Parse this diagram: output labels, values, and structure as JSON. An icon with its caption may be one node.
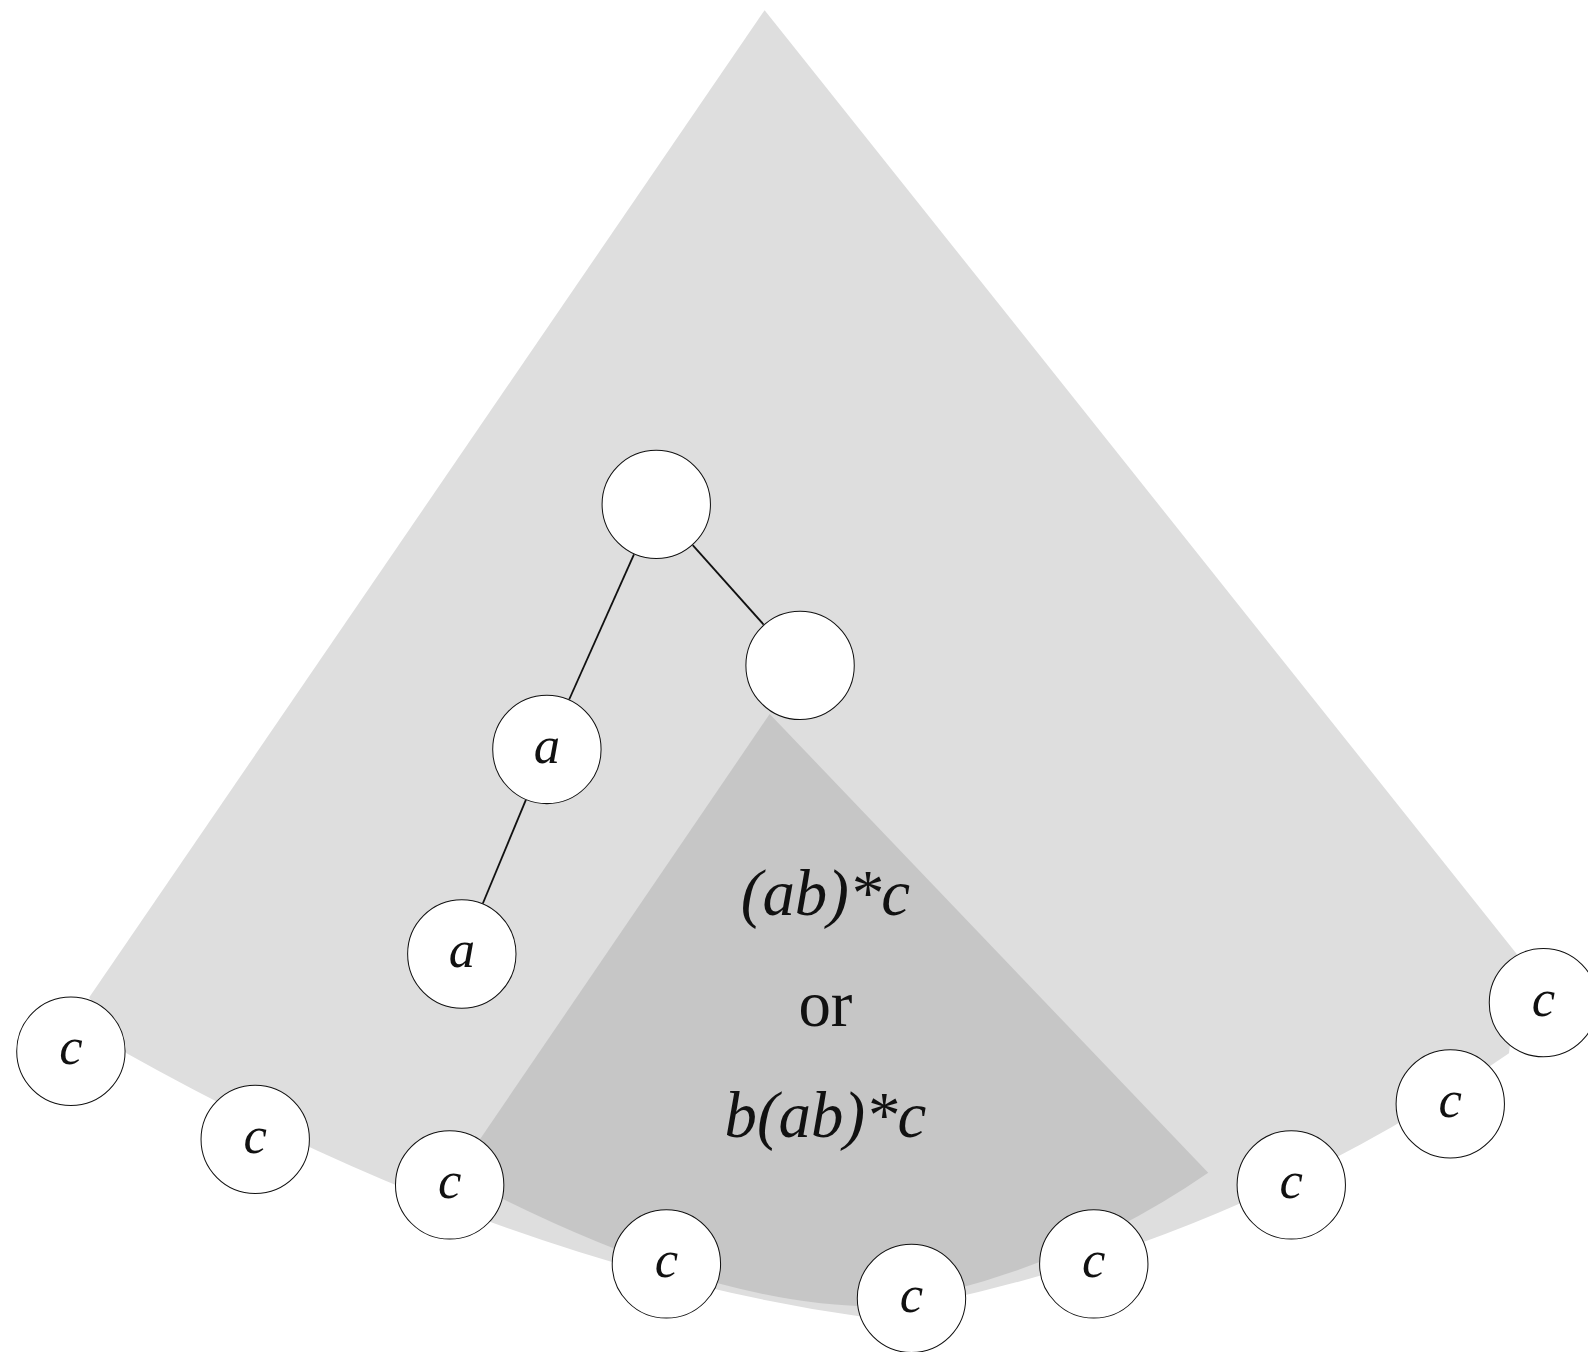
{
  "diagram": {
    "nodes": [
      {
        "text": [],
        "shape": "circle"
      },
      {
        "text": [],
        "shape": "circle"
      },
      {
        "text": [
          "a"
        ]
      },
      {
        "text": [
          "a"
        ]
      },
      {
        "text": [
          "(ab)*c",
          "or",
          "b(ab)*c"
        ]
      },
      {
        "text": [
          "c"
        ]
      },
      {
        "text": [
          "c"
        ]
      },
      {
        "text": [
          "c"
        ]
      },
      {
        "text": [
          "c"
        ]
      },
      {
        "text": [
          "c"
        ]
      },
      {
        "text": [
          "c"
        ]
      },
      {
        "text": [
          "c"
        ]
      },
      {
        "text": [
          "c"
        ]
      },
      {
        "text": [
          "c"
        ]
      }
    ],
    "edges": [
      {
        "from": 0,
        "to": 2,
        "arrow": "none"
      },
      {
        "from": 2,
        "to": 3,
        "arrow": "none"
      },
      {
        "from": 0,
        "to": 1,
        "arrow": "none"
      }
    ]
  }
}
